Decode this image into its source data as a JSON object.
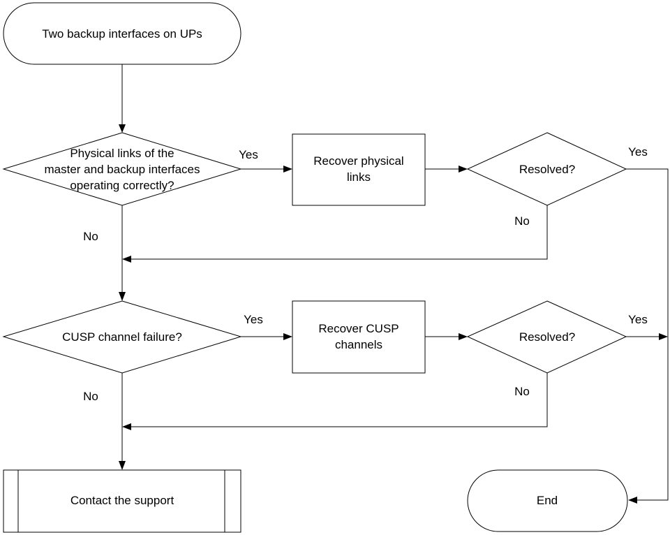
{
  "nodes": {
    "start": {
      "text": "Two backup interfaces on UPs"
    },
    "decision_physical": {
      "lines": [
        "Physical links of the",
        "master and backup interfaces",
        "operating correctly?"
      ]
    },
    "recover_physical": {
      "lines": [
        "Recover physical",
        "links"
      ]
    },
    "resolved_1": {
      "text": "Resolved?"
    },
    "decision_cusp": {
      "text": "CUSP channel failure?"
    },
    "recover_cusp": {
      "lines": [
        "Recover CUSP",
        "channels"
      ]
    },
    "resolved_2": {
      "text": "Resolved?"
    },
    "contact_support": {
      "text": "Contact the support"
    },
    "end": {
      "text": "End"
    }
  },
  "edges": {
    "physical_yes": "Yes",
    "physical_no": "No",
    "resolved1_yes": "Yes",
    "resolved1_no": "No",
    "cusp_yes": "Yes",
    "cusp_no": "No",
    "resolved2_yes": "Yes",
    "resolved2_no": "No"
  }
}
